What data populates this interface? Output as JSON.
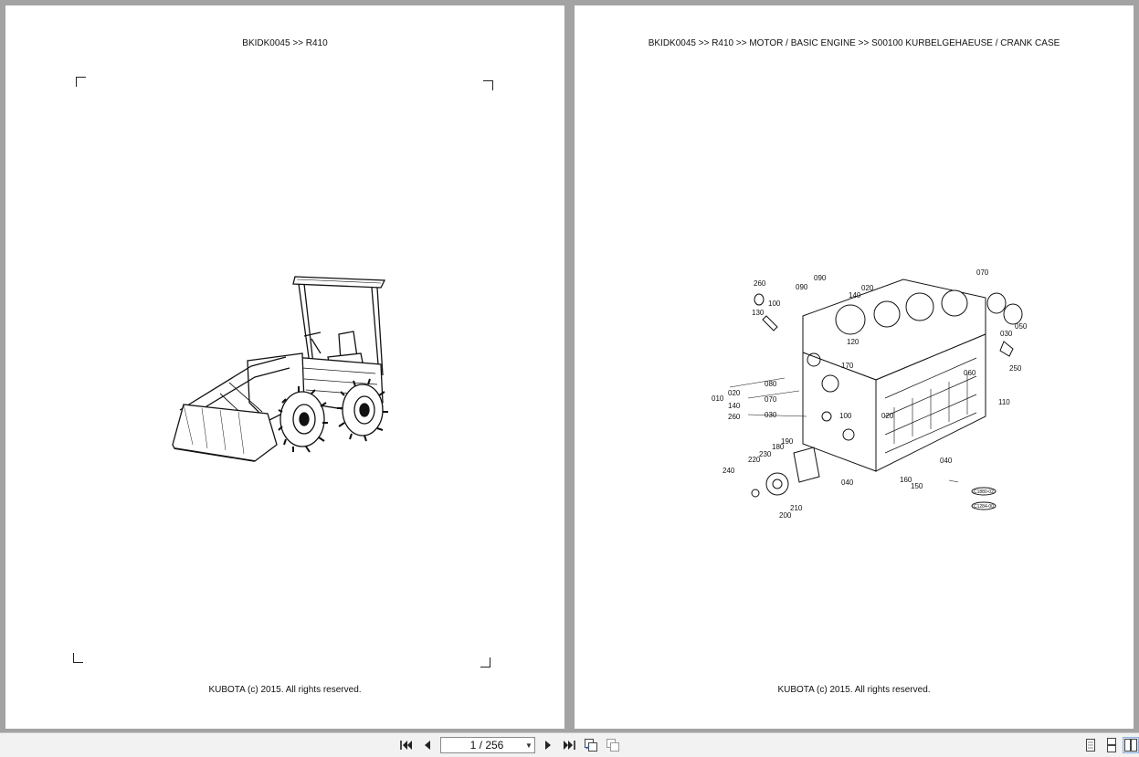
{
  "left_page": {
    "header": "BKIDK0045 >> R410",
    "footer": "KUBOTA (c) 2015. All rights reserved."
  },
  "right_page": {
    "header": "BKIDK0045 >> R410 >> MOTOR / BASIC ENGINE >> S00100   KURBELGEHAEUSE / CRANK CASE",
    "footer": "KUBOTA (c) 2015. All rights reserved.",
    "callouts": [
      "260",
      "090",
      "090",
      "140",
      "020",
      "070",
      "100",
      "130",
      "050",
      "030",
      "120",
      "170",
      "250",
      "060",
      "110",
      "080",
      "020",
      "070",
      "010",
      "140",
      "030",
      "260",
      "100",
      "020",
      "190",
      "180",
      "230",
      "220",
      "240",
      "040",
      "160",
      "150",
      "040",
      "210",
      "200"
    ],
    "stamps": [
      "C1880-02",
      "C1284-00"
    ]
  },
  "toolbar": {
    "page_indicator": "1 / 256",
    "icons": [
      "first-page-icon",
      "prev-page-icon",
      "next-page-icon",
      "last-page-icon",
      "fit-page-icon",
      "fit-width-icon",
      "single-page-view-icon",
      "continuous-view-icon",
      "two-page-view-icon"
    ]
  }
}
